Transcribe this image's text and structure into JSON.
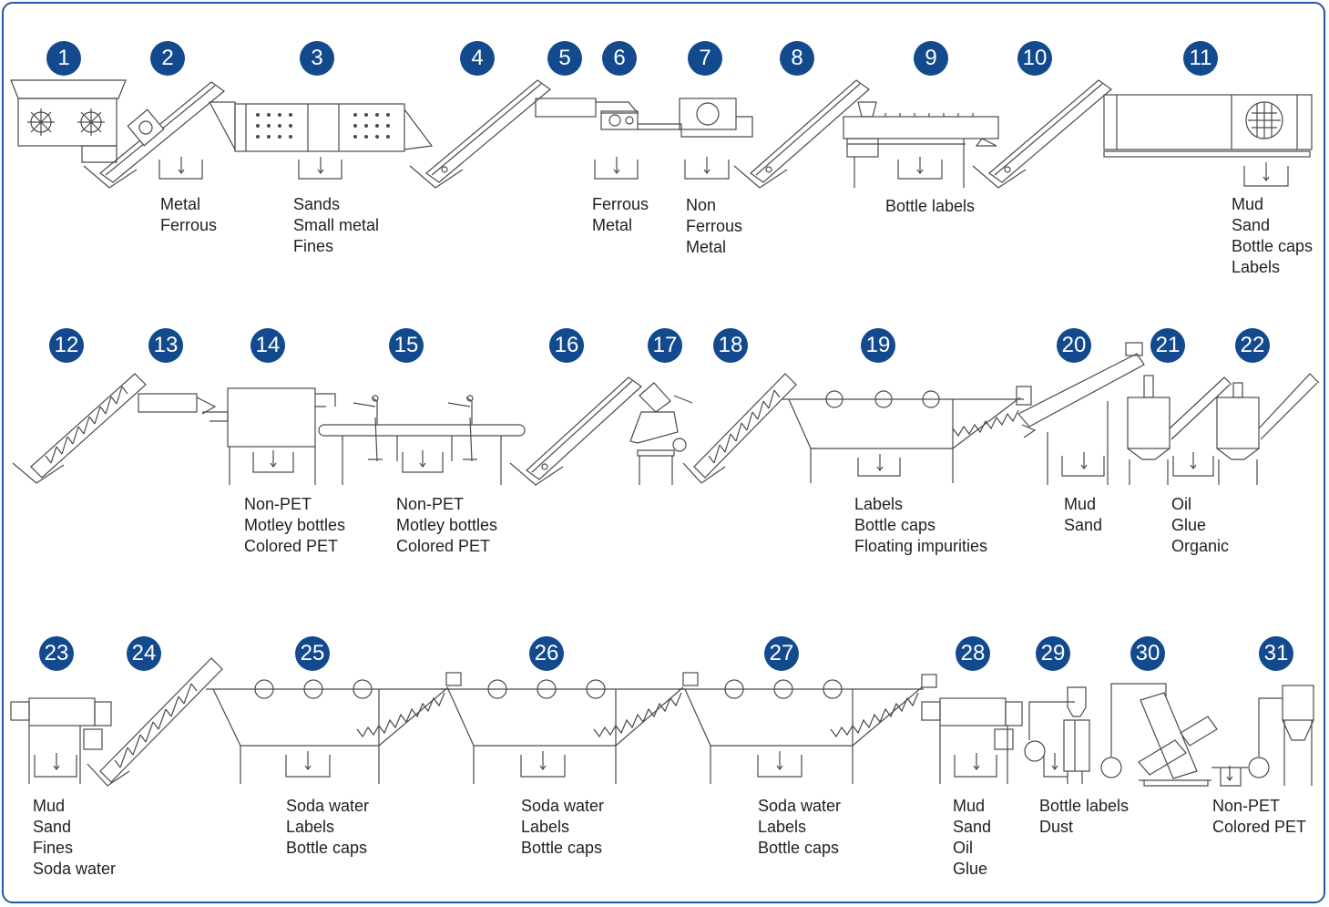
{
  "colors": {
    "badge": "#134a8e",
    "frame": "#1f57a3",
    "line": "#4a4a4a",
    "text": "#222222"
  },
  "steps": [
    "1",
    "2",
    "3",
    "4",
    "5",
    "6",
    "7",
    "8",
    "9",
    "10",
    "11",
    "12",
    "13",
    "14",
    "15",
    "16",
    "17",
    "18",
    "19",
    "20",
    "21",
    "22",
    "23",
    "24",
    "25",
    "26",
    "27",
    "28",
    "29",
    "30",
    "31"
  ],
  "outputs": [
    {
      "lines": [
        "Metal",
        "Ferrous"
      ]
    },
    {
      "lines": [
        "Sands",
        "Small metal",
        "Fines"
      ]
    },
    {
      "lines": [
        "Ferrous",
        "Metal"
      ]
    },
    {
      "lines": [
        "Non",
        "Ferrous",
        "Metal"
      ]
    },
    {
      "lines": [
        "Bottle labels"
      ]
    },
    {
      "lines": [
        "Mud",
        "Sand",
        "Bottle caps",
        "Labels"
      ]
    },
    {
      "lines": [
        "Non-PET",
        "Motley bottles",
        "Colored PET"
      ]
    },
    {
      "lines": [
        "Non-PET",
        "Motley bottles",
        "Colored PET"
      ]
    },
    {
      "lines": [
        "Labels",
        "Bottle caps",
        "Floating impurities"
      ]
    },
    {
      "lines": [
        "Mud",
        "Sand"
      ]
    },
    {
      "lines": [
        "Oil",
        "Glue",
        "Organic"
      ]
    },
    {
      "lines": [
        "Mud",
        "Sand",
        "Fines",
        "Soda water"
      ]
    },
    {
      "lines": [
        "Soda water",
        "Labels",
        "Bottle caps"
      ]
    },
    {
      "lines": [
        "Soda water",
        "Labels",
        "Bottle caps"
      ]
    },
    {
      "lines": [
        "Soda water",
        "Labels",
        "Bottle caps"
      ]
    },
    {
      "lines": [
        "Mud",
        "Sand",
        "Oil",
        "Glue"
      ]
    },
    {
      "lines": [
        "Bottle labels",
        "Dust"
      ]
    },
    {
      "lines": [
        "Non-PET",
        "Colored PET"
      ]
    }
  ]
}
